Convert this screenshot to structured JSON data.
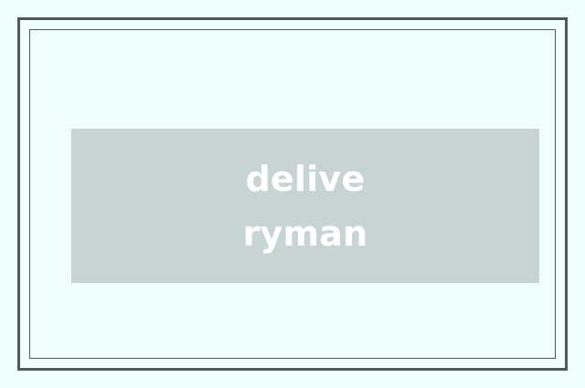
{
  "page": {
    "background_color": "#f0fdfd"
  },
  "frame": {
    "outer_border_color": "#4a5a5a",
    "inner_border_color": "#4a5a5a"
  },
  "placeholder": {
    "block_color": "#c8d3d3",
    "text_color": "#ffffff",
    "full_text": "deliveryman",
    "lines": [
      "delive",
      "ryman"
    ]
  }
}
